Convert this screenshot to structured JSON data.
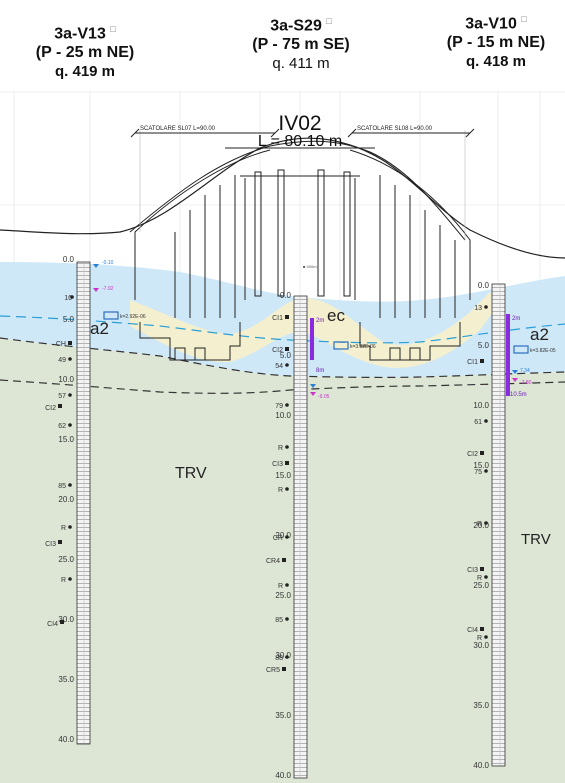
{
  "boreholes": [
    {
      "id": "3a-V13",
      "position": "(P - 25 m NE)",
      "elevation": "q. 419 m",
      "marker": "□"
    },
    {
      "id": "3a-S29",
      "position": "(P - 75 m SE)",
      "elevation": "q. 411 m",
      "marker": "□"
    },
    {
      "id": "3a-V10",
      "position": "(P - 15 m NE)",
      "elevation": "q. 418 m",
      "marker": "□"
    }
  ],
  "structure": {
    "name": "IV02",
    "length": "L = 80.10 m",
    "box_left": "SCATOLARE SL07 L=90.00",
    "box_right": "SCATOLARE SL08 L=90.00"
  },
  "units": {
    "a2": "a2",
    "trv": "TRV",
    "ec": "ec"
  },
  "permeability": {
    "v13": "k=2.92E-06",
    "s29": "k=3.32E-06",
    "v10": "k=3.82E-05"
  },
  "water": {
    "v13_a": "-0.10",
    "v13_b": "-7.92",
    "s29_a": "-9.05",
    "v10_a": "7.34",
    "v10_b": "-7.80"
  },
  "piezometers": {
    "s29_a": "2m",
    "s29_b": "8m",
    "v10_a": "2m",
    "v10_b": "10.5m"
  },
  "depth_ticks": {
    "v13": [
      "0.0",
      "5.0",
      "10.0",
      "15.0",
      "20.0",
      "25.0",
      "30.0",
      "35.0",
      "40.0"
    ],
    "s29": [
      "0.0",
      "5.0",
      "10.0",
      "15.0",
      "20.0",
      "25.0",
      "30.0",
      "35.0",
      "40.0"
    ],
    "v10": [
      "0.0",
      "5.0",
      "10.0",
      "15.0",
      "20.0",
      "25.0",
      "30.0",
      "35.0",
      "40.0"
    ]
  },
  "samples": {
    "v13": [
      "16",
      "CH",
      "49",
      "57",
      "CI2",
      "62",
      "85",
      "R",
      "CI3",
      "R",
      "CI4"
    ],
    "s29": [
      "CI1",
      "CI2",
      "54",
      "79",
      "R",
      "CI3",
      "R",
      "CR",
      "CR4",
      "R",
      "85",
      "88",
      "CR5"
    ],
    "v10": [
      "13",
      "CI1",
      "61",
      "CI2",
      "75",
      "R",
      "CI3",
      "R",
      "CI4",
      "R"
    ]
  },
  "small_labels": {
    "mark": "■ 400m"
  }
}
